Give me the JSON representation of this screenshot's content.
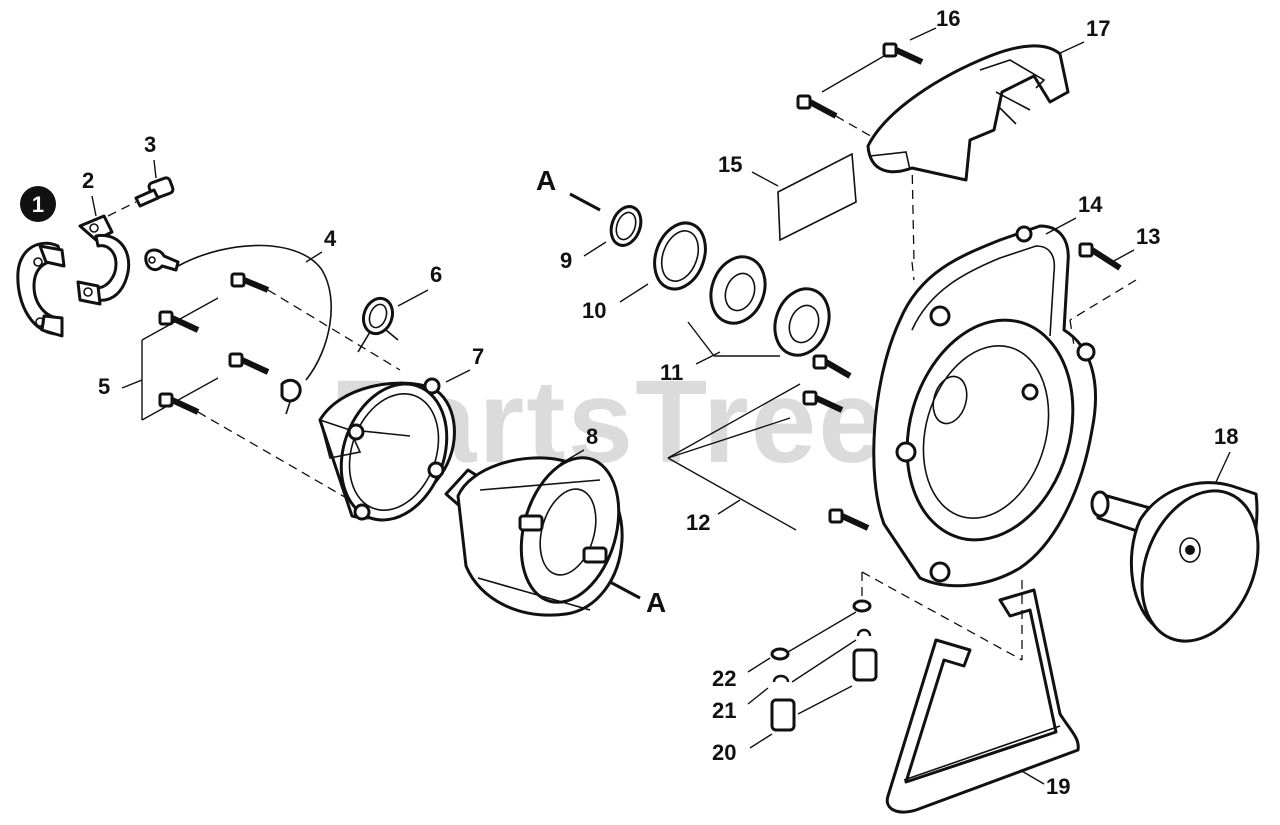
{
  "watermark": "PartsTree",
  "badge": "1",
  "labels": {
    "p2": "2",
    "p3": "3",
    "p4": "4",
    "p5": "5",
    "p6": "6",
    "p7": "7",
    "p8": "8",
    "p9": "9",
    "p10": "10",
    "p11": "11",
    "p12": "12",
    "p13": "13",
    "p14": "14",
    "p15": "15",
    "p16": "16",
    "p17": "17",
    "p18": "18",
    "p19": "19",
    "p20": "20",
    "p21": "21",
    "p22": "22",
    "a_top": "A",
    "a_bottom": "A"
  }
}
